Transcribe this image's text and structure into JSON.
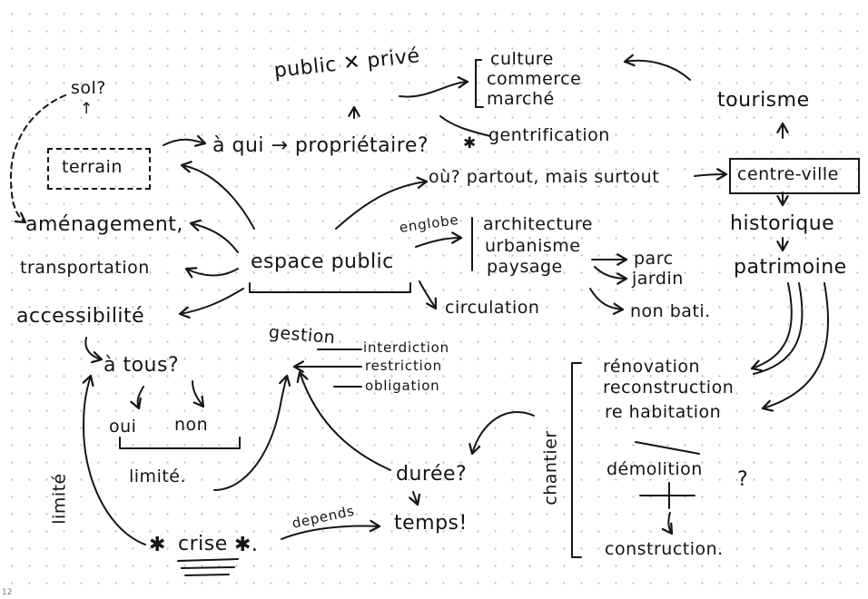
{
  "nodes": {
    "sol": "sol?",
    "terrain": "terrain",
    "amenagement": "aménagement,",
    "transportation": "transportation",
    "accessibilite": "accessibilité",
    "a_tous": "à tous?",
    "oui": "oui",
    "non": "non",
    "limite": "limité.",
    "limite_side": "limité",
    "crise": "crise",
    "crise_star_left": "✱",
    "crise_star_right": "✱.",
    "depends": "depends",
    "temps": "temps!",
    "duree": "durée?",
    "gestion": "gestion",
    "interdiction": "interdiction",
    "restriction": "restriction",
    "obligation": "obligation",
    "espace_public": "espace public",
    "circulation": "circulation",
    "englobe": "englobe",
    "architecture": "architecture",
    "urbanisme": "urbanisme",
    "paysage": "paysage",
    "parc": "parc",
    "jardin": "jardin",
    "non_bati": "non bati.",
    "public_prive": "public ✕ privé",
    "culture": "culture",
    "commerce": "commerce",
    "marche": "marché",
    "a_qui": "à qui → propriétaire?",
    "gentrification": "gentrification",
    "ou": "où? partout, mais surtout",
    "tourisme": "tourisme",
    "centre_ville": "centre-ville",
    "historique": "historique",
    "patrimoine": "patrimoine",
    "chantier": "chantier",
    "renovation": "rénovation",
    "reconstruction": "reconstruction",
    "rehabitation": "re habitation",
    "demolition": "démolition",
    "question": "?",
    "construction": "construction.",
    "star": "✱",
    "tick_up": "↑",
    "tick_down": "↓",
    "corner_mark": "12"
  }
}
